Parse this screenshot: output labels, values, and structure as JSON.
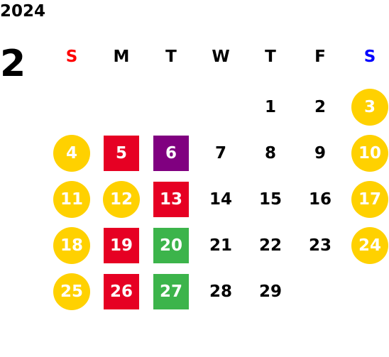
{
  "calendar": {
    "year": "2024",
    "month": "2",
    "weekdays": [
      {
        "label": "S",
        "color": "#ff0000"
      },
      {
        "label": "M",
        "color": "#000000"
      },
      {
        "label": "T",
        "color": "#000000"
      },
      {
        "label": "W",
        "color": "#000000"
      },
      {
        "label": "T",
        "color": "#000000"
      },
      {
        "label": "F",
        "color": "#000000"
      },
      {
        "label": "S",
        "color": "#0000ff"
      }
    ],
    "weeks": [
      [
        null,
        null,
        null,
        null,
        {
          "day": "1",
          "style": "plain"
        },
        {
          "day": "2",
          "style": "plain"
        },
        {
          "day": "3",
          "style": "yellow-circle"
        }
      ],
      [
        {
          "day": "4",
          "style": "yellow-circle"
        },
        {
          "day": "5",
          "style": "red-square"
        },
        {
          "day": "6",
          "style": "purple-square"
        },
        {
          "day": "7",
          "style": "plain"
        },
        {
          "day": "8",
          "style": "plain"
        },
        {
          "day": "9",
          "style": "plain"
        },
        {
          "day": "10",
          "style": "yellow-circle"
        }
      ],
      [
        {
          "day": "11",
          "style": "yellow-circle"
        },
        {
          "day": "12",
          "style": "yellow-circle"
        },
        {
          "day": "13",
          "style": "red-square"
        },
        {
          "day": "14",
          "style": "plain"
        },
        {
          "day": "15",
          "style": "plain"
        },
        {
          "day": "16",
          "style": "plain"
        },
        {
          "day": "17",
          "style": "yellow-circle"
        }
      ],
      [
        {
          "day": "18",
          "style": "yellow-circle"
        },
        {
          "day": "19",
          "style": "red-square"
        },
        {
          "day": "20",
          "style": "green-square"
        },
        {
          "day": "21",
          "style": "plain"
        },
        {
          "day": "22",
          "style": "plain"
        },
        {
          "day": "23",
          "style": "plain"
        },
        {
          "day": "24",
          "style": "yellow-circle"
        }
      ],
      [
        {
          "day": "25",
          "style": "yellow-circle"
        },
        {
          "day": "26",
          "style": "red-square"
        },
        {
          "day": "27",
          "style": "green-square"
        },
        {
          "day": "28",
          "style": "plain"
        },
        {
          "day": "29",
          "style": "plain"
        },
        null,
        null
      ]
    ]
  },
  "colors": {
    "yellow": "#ffd100",
    "red": "#e60023",
    "purple": "#800080",
    "green": "#3cb44b"
  }
}
